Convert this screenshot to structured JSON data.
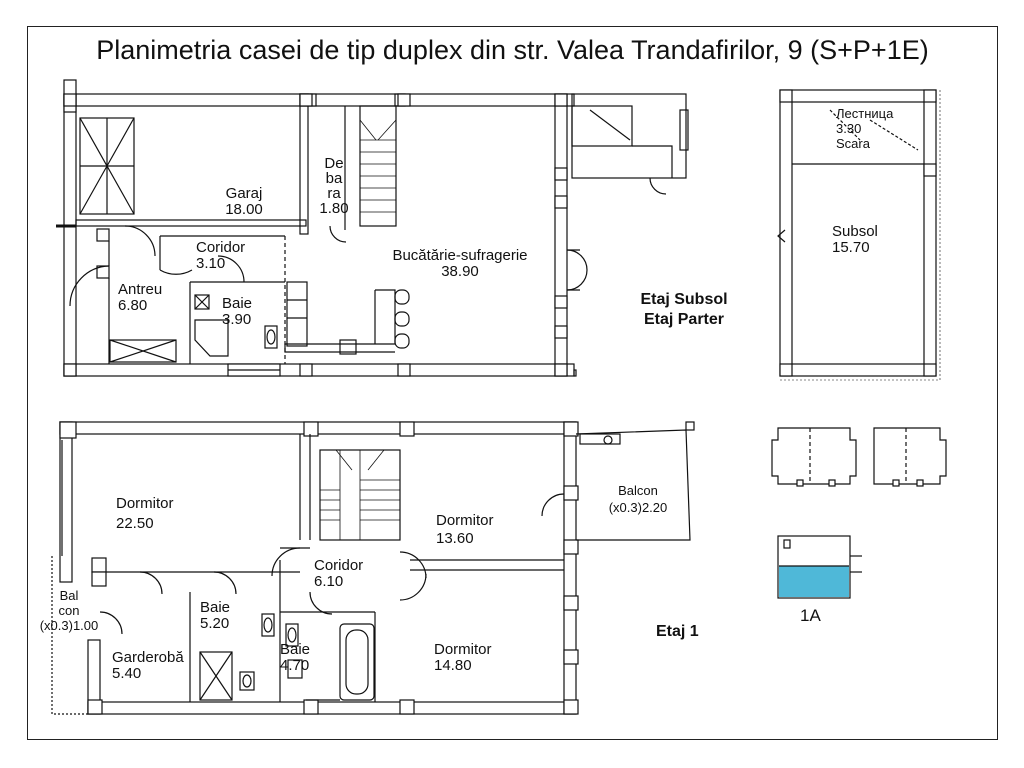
{
  "title": "Planimetria casei de tip duplex din str. Valea Trandafirilor, 9 (S+P+1E)",
  "ground_floor": {
    "rooms": [
      {
        "name": "Garaj",
        "area": "18.00"
      },
      {
        "name": "De\nba\nra",
        "area": "1.80"
      },
      {
        "name": "Coridor",
        "area": "3.10"
      },
      {
        "name": "Antreu",
        "area": "6.80"
      },
      {
        "name": "Baie",
        "area": "3.90"
      },
      {
        "name": "Bucătărie-sufragerie",
        "area": "38.90"
      }
    ],
    "level_labels": [
      "Etaj Subsol",
      "Etaj Parter"
    ]
  },
  "basement": {
    "stair_ru": "Лестница",
    "stair_area": "3.30",
    "stair_ro": "Scara",
    "room": {
      "name": "Subsol",
      "area": "15.70"
    }
  },
  "first_floor": {
    "rooms": [
      {
        "name": "Dormitor",
        "area": "22.50"
      },
      {
        "name": "Dormitor",
        "area": "13.60"
      },
      {
        "name": "Balcon",
        "area": "(x0.3)2.20"
      },
      {
        "name": "Coridor",
        "area": "6.10"
      },
      {
        "name": "Bal\ncon",
        "area": "(x0.3)1.00"
      },
      {
        "name": "Baie",
        "area": "5.20"
      },
      {
        "name": "Baie",
        "area": "4.70"
      },
      {
        "name": "Garderobă",
        "area": "5.40"
      },
      {
        "name": "Dormitor",
        "area": "14.80"
      }
    ],
    "level_label": "Etaj 1"
  },
  "unit_label": "1A",
  "colors": {
    "highlight": "#4fb8d8",
    "wall": "#ffffff",
    "line": "#111111"
  }
}
